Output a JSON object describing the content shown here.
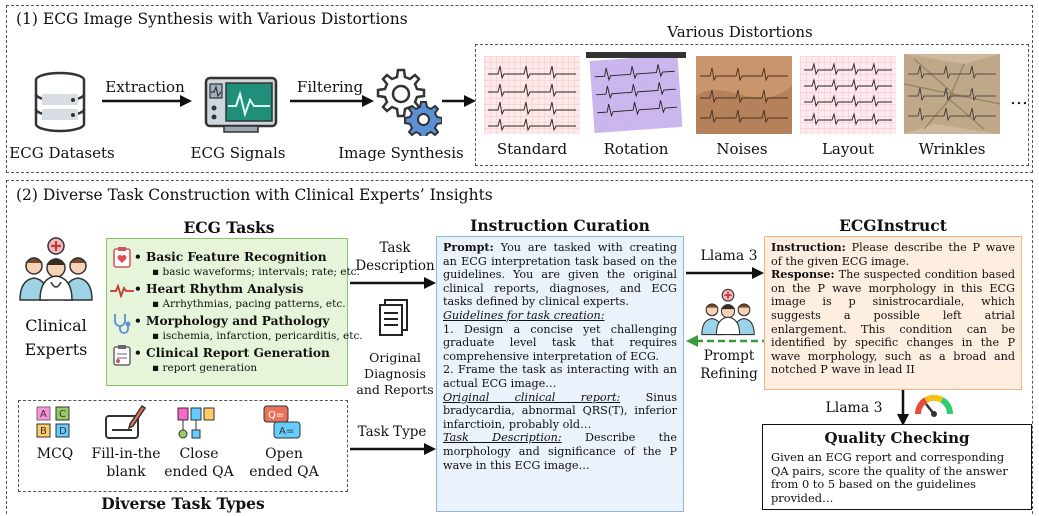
{
  "section1": {
    "title": "(1) ECG Image Synthesis with Various Distortions",
    "datasets_label": "ECG Datasets",
    "signals_label": "ECG Signals",
    "synthesis_label": "Image Synthesis",
    "extraction_label": "Extraction",
    "filtering_label": "Filtering",
    "distortions_title": "Various Distortions",
    "distortions": [
      "Standard",
      "Rotation",
      "Noises",
      "Layout",
      "Wrinkles"
    ],
    "ellipsis": "…"
  },
  "section2": {
    "title": "(2) Diverse Task Construction with Clinical Experts’ Insights",
    "experts_label_1": "Clinical",
    "experts_label_2": "Experts",
    "ecg_tasks_title": "ECG Tasks",
    "tasks": [
      {
        "head": "Basic Feature Recognition",
        "sub": "basic waveforms; intervals; rate; etc."
      },
      {
        "head": "Heart Rhythm Analysis",
        "sub": "Arrhythmias, pacing patterns, etc."
      },
      {
        "head": "Morphology and Pathology",
        "sub": "ischemia, infarction, pericarditis, etc."
      },
      {
        "head": "Clinical Report Generation",
        "sub": "report generation"
      }
    ],
    "task_description_1": "Task",
    "task_description_2": "Description",
    "original_1": "Original",
    "original_2": "Diagnosis",
    "original_3": "and Reports",
    "task_type_label": "Task Type",
    "task_types_title": "Diverse Task Types",
    "task_types": [
      {
        "l1": "MCQ",
        "l2": ""
      },
      {
        "l1": "Fill-in-the",
        "l2": "blank"
      },
      {
        "l1": "Close",
        "l2": "ended QA"
      },
      {
        "l1": "Open",
        "l2": "ended QA"
      }
    ],
    "curation_title": "Instruction Curation",
    "prompt_label": "Prompt:",
    "prompt_text": "You are tasked with creating an ECG interpretation task based on the guidelines. You are given the original clinical reports, diagnoses, and ECG tasks defined by clinical experts.",
    "guidelines_label": "Guidelines for task creation:",
    "guideline_1": "1. Design a concise yet challenging graduate level task that requires comprehensive interpretation of ECG.",
    "guideline_2": "2. Frame the task as interacting with an actual ECG image…",
    "report_label": "Original clinical report:",
    "report_text": "Sinus bradycardia, abnormal QRS(T), inferior infarctioin, probably old…",
    "desc_label": "Task Description:",
    "desc_text": "Describe the morphology and significance of the P wave in this ECG image…",
    "llama_1": "Llama 3",
    "prompt_refining_1": "Prompt",
    "prompt_refining_2": "Refining",
    "ecginstruct_title": "ECGInstruct",
    "instruction_label": "Instruction:",
    "instruction_text": "Please describe the P wave of the given ECG image.",
    "response_label": "Response:",
    "response_text": "The suspected condition based on the P wave morphology in this ECG image is p sinistrocardiale, which suggests a possible left atrial enlargement. This condition can be identified by specific changes in the P wave morphology, such as a broad and notched P wave in lead II",
    "llama_2": "Llama 3",
    "quality_title": "Quality Checking",
    "quality_text": "Given an ECG report and corresponding QA pairs, score the quality of the answer from 0 to 5 based on the guidelines provided…"
  },
  "colors": {
    "green_bg": "#e6f5da",
    "blue_bg": "#eaf2fb",
    "orange_bg": "#fdeee0",
    "accent_green": "#3a9a3a"
  }
}
